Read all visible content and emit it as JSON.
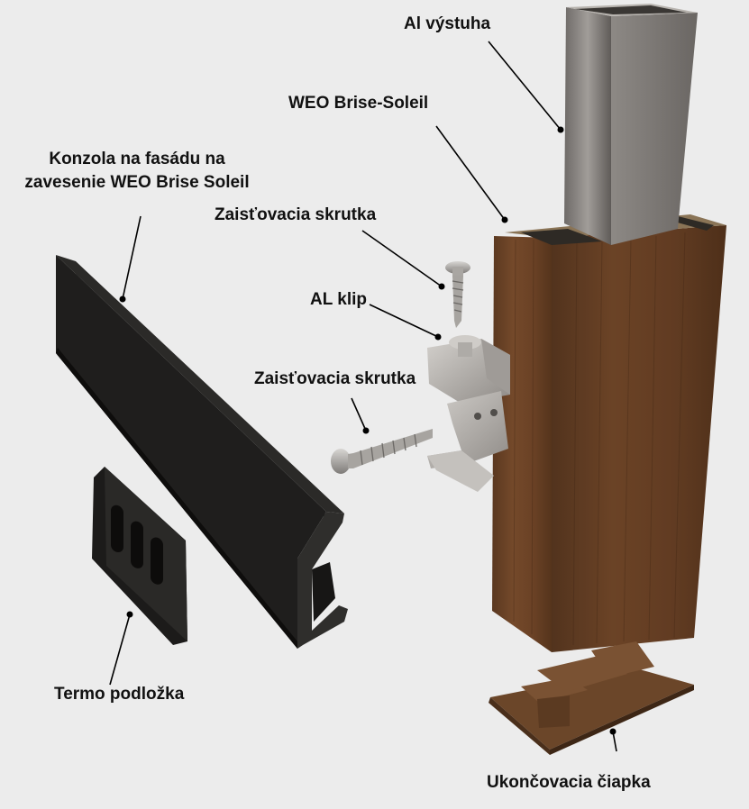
{
  "labels": {
    "al_vystuha": "Al výstuha",
    "weo_brise_soleil": "WEO Brise-Soleil",
    "konzola_line1": "Konzola na fasádu na",
    "konzola_line2": "zavesenie WEO Brise Soleil",
    "zaistovacia_skrutka_top": "Zaisťovacia skrutka",
    "al_klip": "AL klip",
    "zaistovacia_skrutka_mid": "Zaisťovacia skrutka",
    "termo_podlozka": "Termo podložka",
    "ukoncovacia_ciapka": "Ukončovacia čiapka"
  },
  "colors": {
    "background": "#ececec",
    "wood": "#6b4326",
    "wood_dark": "#4e2f19",
    "aluminium": "#8a8683",
    "rail": "#1d1c1b",
    "clip": "#b9b6b2",
    "cap": "#6b4629",
    "text": "#111111"
  }
}
